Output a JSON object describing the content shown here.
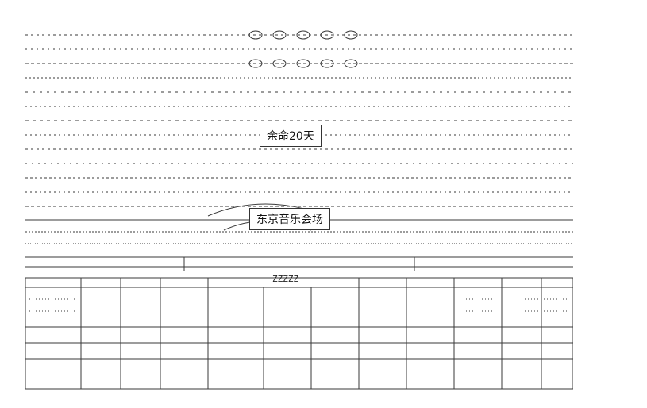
{
  "labels": {
    "countdown": "余命20天",
    "venue": "东京音乐会场",
    "sign": "ZZZZZ"
  }
}
